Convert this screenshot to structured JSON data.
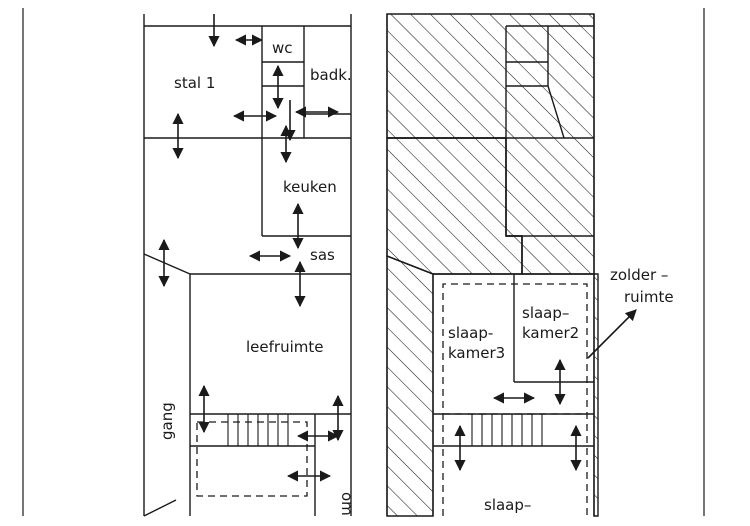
{
  "plan": {
    "labels": {
      "wc": "wc",
      "badk": "badk.",
      "stal": "stal  1",
      "keuken": "keuken",
      "sas": "sas",
      "leefruimte": "leefruimte",
      "gang": "gang",
      "om": "om",
      "zolder_1": "zolder  –",
      "zolder_2": "ruimte",
      "slaap3_1": "slaap-",
      "slaap3_2": "kamer3",
      "slaap2_1": "slaap–",
      "slaap2_2": "kamer2",
      "slaap_bottom": "slaap–"
    },
    "line_color": "#1a1a1a",
    "background": "#ffffff"
  }
}
